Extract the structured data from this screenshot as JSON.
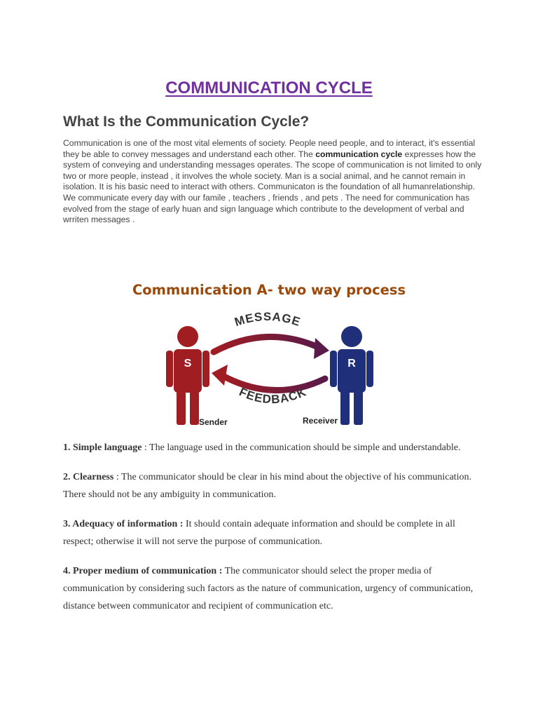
{
  "document": {
    "title": "COMMUNICATION CYCLE",
    "heading": "What Is the Communication Cycle?",
    "intro": {
      "part1": "Communication is one of the most vital elements of society. People need people, and to interact, it's essential they be able to convey messages and understand each other. The ",
      "bold": "communication cycle",
      "part2": " expresses how the system of conveying and understanding messages operates. The scope of communication is not limited to only two or more people, instead , it involves the whole society. Man is a social animal, and he cannot remain in isolation. It is his basic need to interact with others. Communicaton is the foundation of all humanrelationship. We communicate every day with our famile , teachers , friends , and pets . The need for communication has evolved from the stage of early huan and sign language which contribute to the development of verbal and wrriten messages ."
    },
    "diagram": {
      "title": "Communication A- two way process",
      "message_label": "MESSAGE",
      "feedback_label": "FEEDBACK",
      "sender_letter": "S",
      "receiver_letter": "R",
      "sender_caption": "Sender",
      "receiver_caption": "Receiver",
      "colors": {
        "sender": "#a01d22",
        "receiver": "#1f2f7a",
        "arrow": "#a01d22",
        "arrow_dark": "#5a1a4a"
      }
    },
    "points": [
      {
        "label": "1. Simple language",
        "sep": " : ",
        "text": "The language used in the communication should be simple and understandable."
      },
      {
        "label": "2. Clearness",
        "sep": " : ",
        "text": "The communicator should be clear in his mind about the objective of his communication. There should not be any ambiguity in communication."
      },
      {
        "label": "3. Adequacy of information :",
        "sep": " ",
        "text": "It should contain adequate information and should be complete in all respect; otherwise it will not serve the purpose of communication."
      },
      {
        "label": "4. Proper medium of communication :",
        "sep": " ",
        "text": "The communicator should select the proper media of communication by considering such factors as the nature of communication, urgency of communication, distance between communicator and recipient of communication etc."
      }
    ]
  }
}
